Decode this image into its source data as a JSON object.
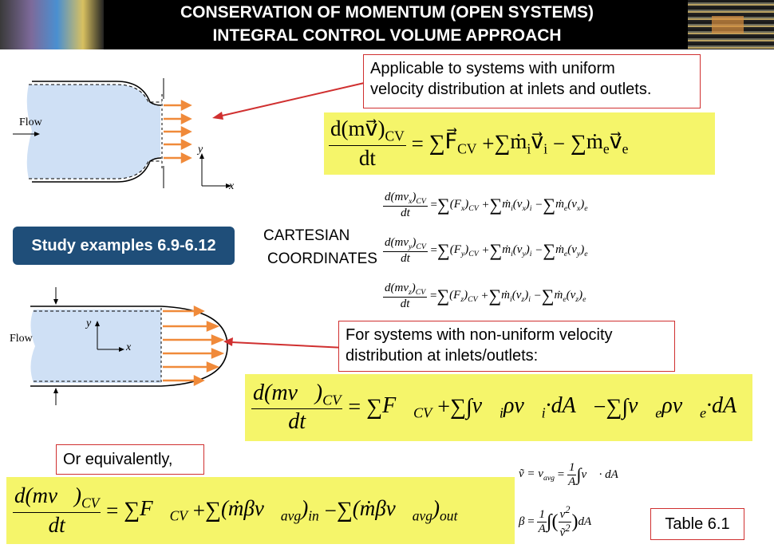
{
  "header": {
    "line1": "CONSERVATION OF MOMENTUM (OPEN SYSTEMS)",
    "line2": "INTEGRAL CONTROL VOLUME APPROACH"
  },
  "callout_uniform": {
    "line1": "Applicable to systems with uniform",
    "line2": "velocity distribution at inlets and outlets."
  },
  "callout_nonuniform": {
    "line1": "For systems with non-uniform velocity",
    "line2": "distribution at inlets/outlets:"
  },
  "callout_equiv": "Or equivalently,",
  "study_button": "Study examples 6.9-6.12",
  "cartesian_label": {
    "line1": "CARTESIAN",
    "line2": "COORDINATES"
  },
  "table_button": "Table 6.1",
  "diagram_top": {
    "flow_label": "Flow",
    "axis_y": "y",
    "axis_x": "x"
  },
  "diagram_bottom": {
    "flow_label": "Flow",
    "axis_y": "y",
    "axis_x": "x"
  },
  "colors": {
    "yellow": "#f5f56a",
    "red": "#d03030",
    "blue": "#1f4e79",
    "arrow": "#f08a3a",
    "fluid": "#cfe0f5"
  }
}
